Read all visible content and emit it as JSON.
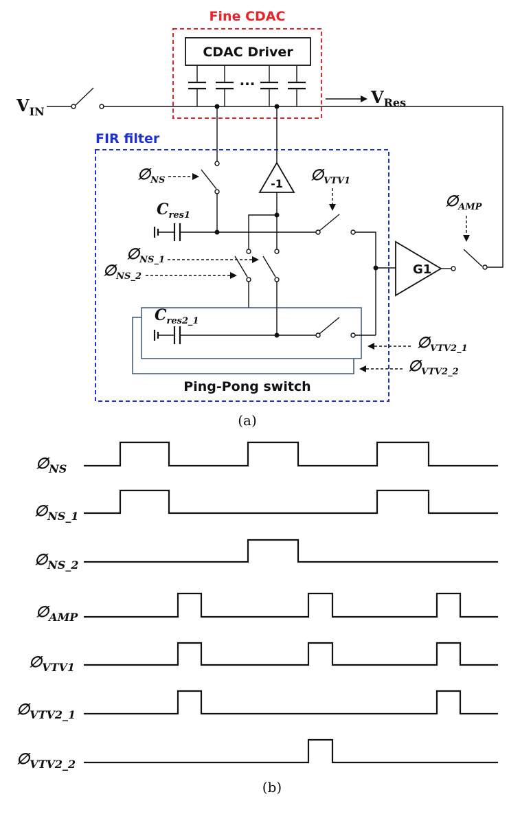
{
  "figure_a": {
    "fine_cdac_label": "Fine CDAC",
    "cdac_driver_label": "CDAC Driver",
    "cdac_ellipsis": "···",
    "vin_main": "V",
    "vin_sub": "IN",
    "vres_main": "V",
    "vres_sub": "Res",
    "fir_filter_label": "FIR filter",
    "inverter_label": "-1",
    "amp_label": "G1",
    "cres1_main": "C",
    "cres1_sub": "res1",
    "cres2_main": "C",
    "cres2_sub": "res2_1",
    "pingpong_label": "Ping-Pong switch",
    "phi_ns_main": "∅",
    "phi_ns_sub": "NS",
    "phi_ns1_main": "∅",
    "phi_ns1_sub": "NS_1",
    "phi_ns2_main": "∅",
    "phi_ns2_sub": "NS_2",
    "phi_vtv1_main": "∅",
    "phi_vtv1_sub": "VTV1",
    "phi_amp_main": "∅",
    "phi_amp_sub": "AMP",
    "phi_vtv21_main": "∅",
    "phi_vtv21_sub": "VTV2_1",
    "phi_vtv22_main": "∅",
    "phi_vtv22_sub": "VTV2_2",
    "caption": "(a)",
    "colors": {
      "fine_cdac_border": "#e8242b",
      "fir_border": "#1f2fd6",
      "fine_cdac_text": "#e8242b",
      "fir_text": "#1f2fd6",
      "pingpong_box": "#2d4a66"
    }
  },
  "figure_b": {
    "caption": "(b)",
    "signals": [
      {
        "main": "∅",
        "sub": "NS"
      },
      {
        "main": "∅",
        "sub": "NS_1"
      },
      {
        "main": "∅",
        "sub": "NS_2"
      },
      {
        "main": "∅",
        "sub": "AMP"
      },
      {
        "main": "∅",
        "sub": "VTV1"
      },
      {
        "main": "∅",
        "sub": "VTV2_1"
      },
      {
        "main": "∅",
        "sub": "VTV2_2"
      }
    ]
  }
}
